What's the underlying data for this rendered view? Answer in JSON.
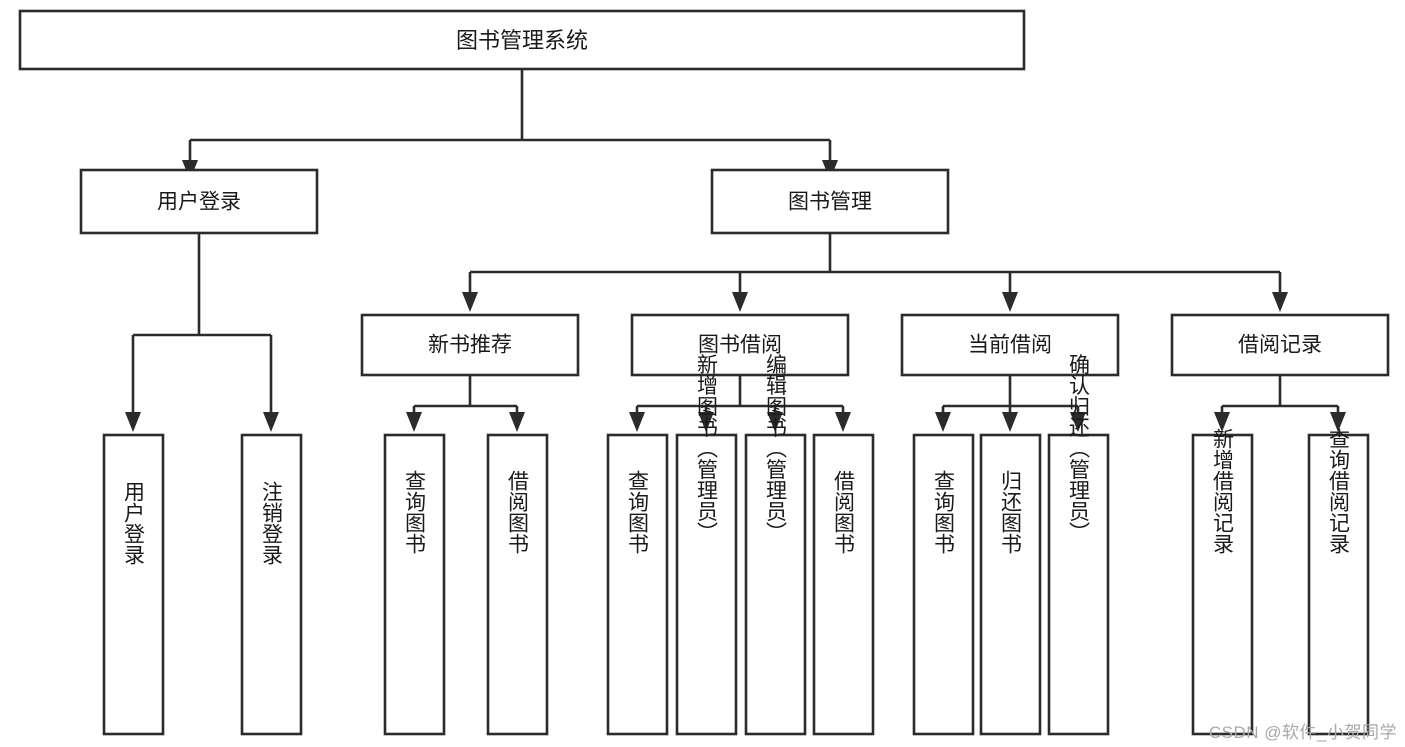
{
  "diagram": {
    "type": "tree",
    "title": "图书管理系统",
    "watermark": "CSDN @软件_小贺同学",
    "colors": {
      "stroke": "#2b2b2b",
      "fill": "#ffffff",
      "text": "#1a1a1a",
      "watermark": "#a8a8a8",
      "background": "#ffffff"
    },
    "root": {
      "label": "图书管理系统"
    },
    "level2": [
      {
        "label": "用户登录"
      },
      {
        "label": "图书管理"
      }
    ],
    "level3": [
      {
        "label": "新书推荐"
      },
      {
        "label": "图书借阅"
      },
      {
        "label": "当前借阅"
      },
      {
        "label": "借阅记录"
      }
    ],
    "leaves": {
      "user_login": [
        {
          "label": "用户登录"
        },
        {
          "label": "注销登录"
        }
      ],
      "new_book_recommend": [
        {
          "label": "查询图书"
        },
        {
          "label": "借阅图书"
        }
      ],
      "book_borrow": [
        {
          "label": "查询图书"
        },
        {
          "label": "新增图书（管理员）"
        },
        {
          "label": "编辑图书（管理员）"
        },
        {
          "label": "借阅图书"
        }
      ],
      "current_borrow": [
        {
          "label": "查询图书"
        },
        {
          "label": "归还图书"
        },
        {
          "label": "确认归还（管理员）"
        }
      ],
      "borrow_record": [
        {
          "label": "新增借阅记录"
        },
        {
          "label": "查询借阅记录"
        }
      ]
    }
  }
}
